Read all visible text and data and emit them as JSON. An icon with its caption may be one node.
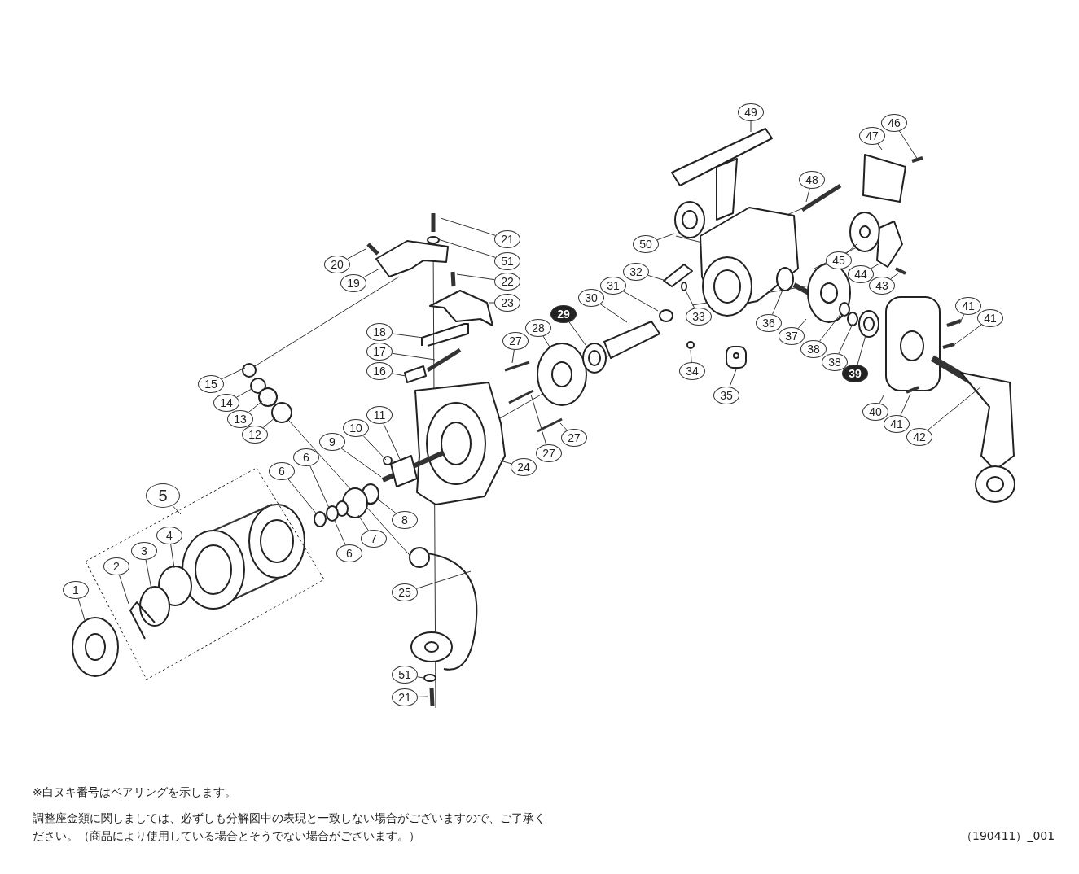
{
  "diagram": {
    "nodes": [
      {
        "text": [
          "49"
        ]
      },
      {
        "text": [
          "47"
        ]
      },
      {
        "text": [
          "46"
        ]
      },
      {
        "text": [
          "48"
        ]
      },
      {
        "text": [
          "50"
        ]
      },
      {
        "text": [
          "21"
        ]
      },
      {
        "text": [
          "51"
        ]
      },
      {
        "text": [
          "20"
        ]
      },
      {
        "text": [
          "19"
        ]
      },
      {
        "text": [
          "22"
        ]
      },
      {
        "text": [
          "23"
        ]
      },
      {
        "text": [
          "32"
        ]
      },
      {
        "text": [
          "31"
        ]
      },
      {
        "text": [
          "30"
        ]
      },
      {
        "text": [
          "45"
        ]
      },
      {
        "text": [
          "44"
        ]
      },
      {
        "text": [
          "43"
        ]
      },
      {
        "text": [
          "29"
        ]
      },
      {
        "text": [
          "28"
        ]
      },
      {
        "text": [
          "27"
        ]
      },
      {
        "text": [
          "33"
        ]
      },
      {
        "text": [
          "18"
        ]
      },
      {
        "text": [
          "17"
        ]
      },
      {
        "text": [
          "16"
        ]
      },
      {
        "text": [
          "36"
        ]
      },
      {
        "text": [
          "37"
        ]
      },
      {
        "text": [
          "38"
        ]
      },
      {
        "text": [
          "38"
        ]
      },
      {
        "text": [
          "41"
        ]
      },
      {
        "text": [
          "41"
        ]
      },
      {
        "text": [
          "15"
        ]
      },
      {
        "text": [
          "14"
        ]
      },
      {
        "text": [
          "13"
        ]
      },
      {
        "text": [
          "12"
        ]
      },
      {
        "text": [
          "11"
        ]
      },
      {
        "text": [
          "10"
        ]
      },
      {
        "text": [
          "9"
        ]
      },
      {
        "text": [
          "34"
        ]
      },
      {
        "text": [
          "35"
        ]
      },
      {
        "text": [
          "39"
        ]
      },
      {
        "text": [
          "40"
        ]
      },
      {
        "text": [
          "41"
        ]
      },
      {
        "text": [
          "42"
        ]
      },
      {
        "text": [
          "27"
        ]
      },
      {
        "text": [
          "27"
        ]
      },
      {
        "text": [
          "24"
        ]
      },
      {
        "text": [
          "8"
        ]
      },
      {
        "text": [
          "7"
        ]
      },
      {
        "text": [
          "6"
        ]
      },
      {
        "text": [
          "6"
        ]
      },
      {
        "text": [
          "6"
        ]
      },
      {
        "text": [
          "5"
        ]
      },
      {
        "text": [
          "4"
        ]
      },
      {
        "text": [
          "3"
        ]
      },
      {
        "text": [
          "2"
        ]
      },
      {
        "text": [
          "1"
        ]
      },
      {
        "text": [
          "25"
        ]
      },
      {
        "text": [
          "51"
        ]
      },
      {
        "text": [
          "21"
        ]
      }
    ],
    "edges": [
      {
        "from": 0,
        "to": null,
        "arrow": "none"
      },
      {
        "from": 1,
        "to": null,
        "arrow": "none"
      },
      {
        "from": 2,
        "to": null,
        "arrow": "none"
      },
      {
        "from": 3,
        "to": null,
        "arrow": "none"
      },
      {
        "from": 4,
        "to": null,
        "arrow": "none"
      },
      {
        "from": 5,
        "to": null,
        "arrow": "none"
      },
      {
        "from": 6,
        "to": null,
        "arrow": "none"
      },
      {
        "from": 7,
        "to": null,
        "arrow": "none"
      },
      {
        "from": 8,
        "to": null,
        "arrow": "none"
      },
      {
        "from": 9,
        "to": null,
        "arrow": "none"
      },
      {
        "from": 10,
        "to": null,
        "arrow": "none"
      },
      {
        "from": 11,
        "to": null,
        "arrow": "none"
      },
      {
        "from": 12,
        "to": null,
        "arrow": "none"
      },
      {
        "from": 13,
        "to": null,
        "arrow": "none"
      },
      {
        "from": 14,
        "to": null,
        "arrow": "none"
      },
      {
        "from": 15,
        "to": null,
        "arrow": "none"
      },
      {
        "from": 16,
        "to": null,
        "arrow": "none"
      },
      {
        "from": 17,
        "to": null,
        "arrow": "none"
      },
      {
        "from": 18,
        "to": null,
        "arrow": "none"
      },
      {
        "from": 19,
        "to": null,
        "arrow": "none"
      },
      {
        "from": 20,
        "to": null,
        "arrow": "none"
      },
      {
        "from": 21,
        "to": null,
        "arrow": "none"
      },
      {
        "from": 22,
        "to": null,
        "arrow": "none"
      },
      {
        "from": 23,
        "to": null,
        "arrow": "none"
      },
      {
        "from": 24,
        "to": null,
        "arrow": "none"
      },
      {
        "from": 25,
        "to": null,
        "arrow": "none"
      },
      {
        "from": 26,
        "to": null,
        "arrow": "none"
      },
      {
        "from": 27,
        "to": null,
        "arrow": "none"
      },
      {
        "from": 28,
        "to": null,
        "arrow": "none"
      },
      {
        "from": 29,
        "to": null,
        "arrow": "none"
      },
      {
        "from": 30,
        "to": null,
        "arrow": "none"
      },
      {
        "from": 31,
        "to": null,
        "arrow": "none"
      },
      {
        "from": 32,
        "to": null,
        "arrow": "none"
      },
      {
        "from": 33,
        "to": null,
        "arrow": "none"
      },
      {
        "from": 34,
        "to": null,
        "arrow": "none"
      },
      {
        "from": 35,
        "to": null,
        "arrow": "none"
      },
      {
        "from": 36,
        "to": null,
        "arrow": "none"
      },
      {
        "from": 37,
        "to": null,
        "arrow": "none"
      },
      {
        "from": 38,
        "to": null,
        "arrow": "none"
      },
      {
        "from": 39,
        "to": null,
        "arrow": "none"
      },
      {
        "from": 40,
        "to": null,
        "arrow": "none"
      },
      {
        "from": 41,
        "to": null,
        "arrow": "none"
      },
      {
        "from": 42,
        "to": null,
        "arrow": "none"
      },
      {
        "from": 43,
        "to": null,
        "arrow": "none"
      },
      {
        "from": 44,
        "to": null,
        "arrow": "none"
      },
      {
        "from": 45,
        "to": null,
        "arrow": "none"
      },
      {
        "from": 46,
        "to": null,
        "arrow": "none"
      },
      {
        "from": 47,
        "to": null,
        "arrow": "none"
      },
      {
        "from": 48,
        "to": null,
        "arrow": "none"
      },
      {
        "from": 49,
        "to": null,
        "arrow": "none"
      },
      {
        "from": 50,
        "to": null,
        "arrow": "none"
      },
      {
        "from": 51,
        "to": null,
        "arrow": "none"
      },
      {
        "from": 52,
        "to": null,
        "arrow": "none"
      },
      {
        "from": 53,
        "to": null,
        "arrow": "none"
      },
      {
        "from": 54,
        "to": null,
        "arrow": "none"
      },
      {
        "from": 55,
        "to": null,
        "arrow": "none"
      },
      {
        "from": 56,
        "to": null,
        "arrow": "none"
      },
      {
        "from": 57,
        "to": null,
        "arrow": "none"
      },
      {
        "from": 58,
        "to": null,
        "arrow": "none"
      }
    ],
    "labels": [
      "※白ヌキ番号はベアリングを示します。",
      "調整座金類に関しましては、必ずしも分解図中の表現と一致しない場合がございますので、ご了承ください。（商品により使用している場合とそうでない場合がございます。）",
      "（190411）_001"
    ]
  }
}
